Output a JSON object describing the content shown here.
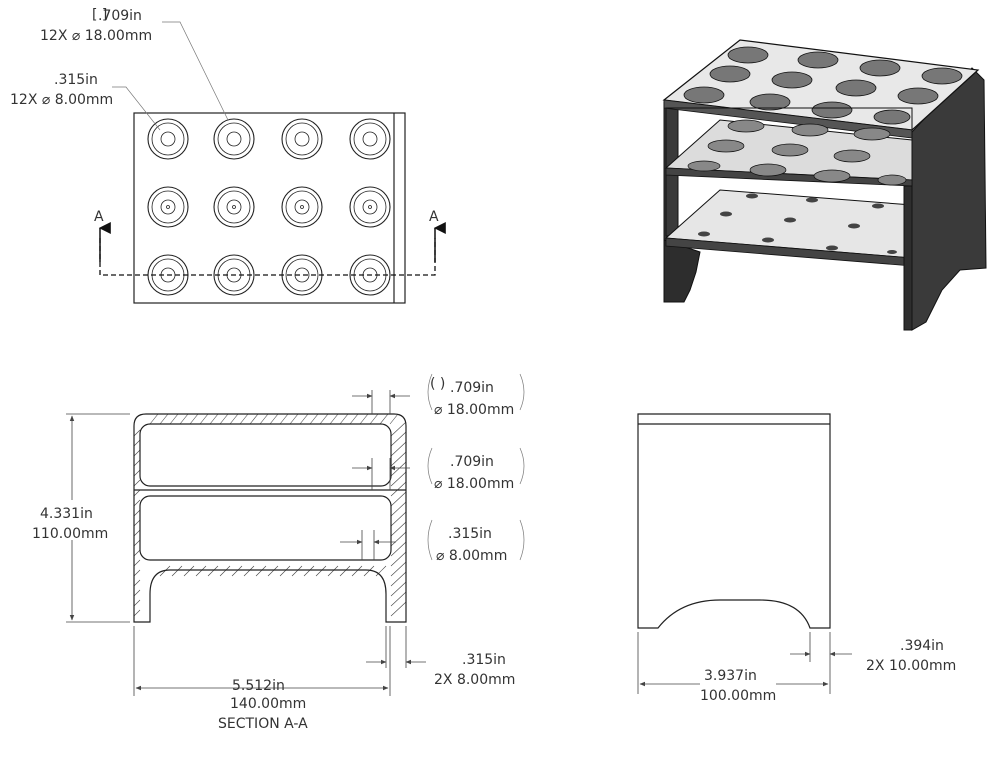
{
  "top_view": {
    "callout_large_in": ".709in",
    "callout_large_mm": "12X ⌀ 18.00mm",
    "callout_small_in": ".315in",
    "callout_small_mm": "12X ⌀ 8.00mm",
    "section_label_left": "A",
    "section_label_right": "A"
  },
  "section_view": {
    "hole_top_in": ".709in",
    "hole_top_mm": "⌀ 18.00mm",
    "hole_mid_in": ".709in",
    "hole_mid_mm": "⌀ 18.00mm",
    "hole_bottom_in": ".315in",
    "hole_bottom_mm": "⌀ 8.00mm",
    "height_in": "4.331in",
    "height_mm": "110.00mm",
    "width_in": "5.512in",
    "width_mm": "140.00mm",
    "leg_in": ".315in",
    "leg_mm": "2X 8.00mm",
    "caption": "SECTION A-A"
  },
  "side_view": {
    "width_in": "3.937in",
    "width_mm": "100.00mm",
    "foot_in": ".394in",
    "foot_mm": "2X 10.00mm"
  },
  "colors": {
    "line": "#222222",
    "dimension": "#444444",
    "iso_dark": "#3a3a3a",
    "iso_light": "#eeeeee"
  }
}
